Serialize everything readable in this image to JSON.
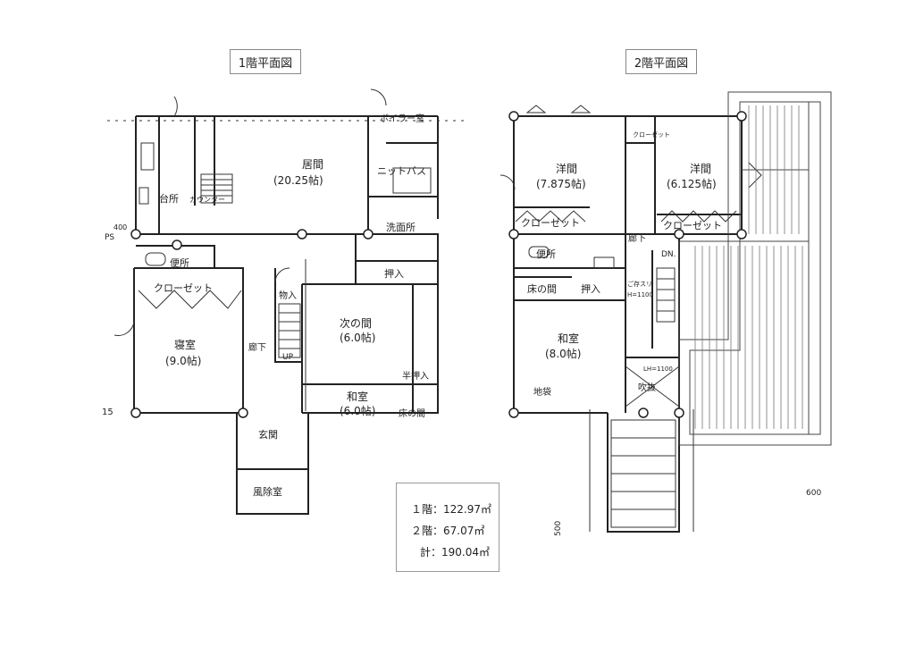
{
  "titles": {
    "floor1": "1階平面図",
    "floor2": "2階平面図"
  },
  "floor1": {
    "living": "居間",
    "living_size": "(20.25帖)",
    "kitchen": "台所",
    "counter": "カウンター",
    "boiler": "ボイラー室",
    "unit_bath": "ニットバス",
    "washroom": "洗面所",
    "toilet": "便所",
    "closet": "クローゼット",
    "oshiire": "押入",
    "storage": "物入",
    "bedroom": "寝室",
    "bedroom_size": "(9.0帖)",
    "hall": "廊下",
    "up": "UP",
    "tsuginoma": "次の間",
    "tsuginoma_size": "(6.0帖)",
    "washitsu": "和室",
    "washitsu_size": "(6.0帖)",
    "tokonoma": "床の間",
    "half_oshiire": "半押入",
    "genkan": "玄関",
    "fuujoshitsu": "風除室",
    "ps": "PS",
    "dim_400": "400",
    "dim_15": "15"
  },
  "floor2": {
    "western1": "洋間",
    "western1_size": "(7.875帖)",
    "western2": "洋間",
    "western2_size": "(6.125帖)",
    "closet_small": "クローゼット",
    "closet_a": "クローゼット",
    "closet_b": "クローゼット",
    "hall": "廊下",
    "dn": "DN.",
    "toilet": "便所",
    "tokonoma": "床の間",
    "oshiire": "押入",
    "washitsu": "和室",
    "washitsu_size": "(8.0帖)",
    "jibukuro": "地袋",
    "fukinuke": "吹抜",
    "note_line1": "ご存スリ",
    "note_line2": "H=1100",
    "dim_600": "600",
    "dim_500": "500",
    "lh_note": "LH=1100"
  },
  "areas": {
    "floor1": "１階：122.97㎡",
    "floor2": "２階：67.07㎡",
    "total": "計：190.04㎡"
  }
}
